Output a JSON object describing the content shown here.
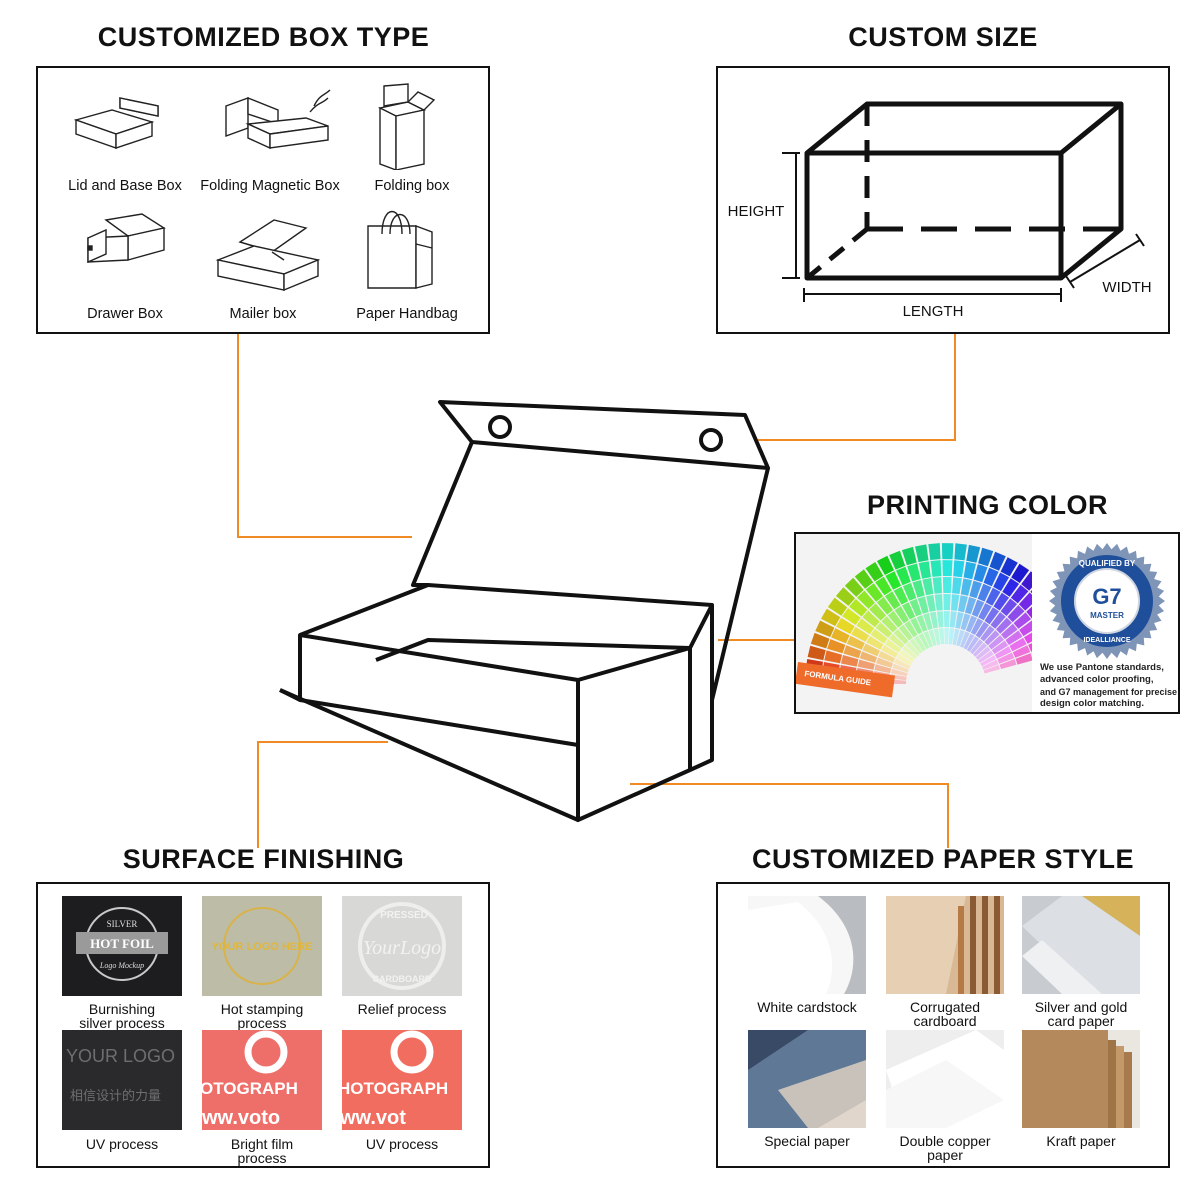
{
  "headings": {
    "box_type": "CUSTOMIZED BOX TYPE",
    "custom_size": "CUSTOM SIZE",
    "printing_color": "PRINTING COLOR",
    "surface_finishing": "SURFACE FINISHING",
    "paper_style": "CUSTOMIZED PAPER STYLE"
  },
  "box_types": [
    {
      "label": "Lid and Base Box",
      "icon": "lid-base-box-icon"
    },
    {
      "label": "Folding Magnetic Box",
      "icon": "folding-magnetic-box-icon"
    },
    {
      "label": "Folding box",
      "icon": "folding-box-icon"
    },
    {
      "label": "Drawer Box",
      "icon": "drawer-box-icon"
    },
    {
      "label": "Mailer box",
      "icon": "mailer-box-icon"
    },
    {
      "label": "Paper Handbag",
      "icon": "paper-handbag-icon"
    }
  ],
  "size_labels": {
    "height": "HEIGHT",
    "length": "LENGTH",
    "width": "WIDTH"
  },
  "printing": {
    "badge_top": "QUALIFIED BY",
    "badge_logo": "G7",
    "badge_level": "MASTER",
    "badge_bottom": "IDEALLIANCE",
    "guide_label": "FORMULA GUIDE",
    "description_lines": [
      "We use Pantone standards,",
      "advanced color proofing,",
      "and G7 management for precise",
      "design color matching."
    ]
  },
  "surface": [
    {
      "line1": "Burnishing",
      "line2": "silver process",
      "img_text": [
        "SILVER",
        "HOT FOIL",
        "Logo Mockup"
      ]
    },
    {
      "line1": "Hot stamping",
      "line2": "process",
      "img_text": [
        "YOUR LOGO HERE"
      ]
    },
    {
      "line1": "Relief process",
      "line2": "",
      "img_text": [
        "PRESSED",
        "YourLogo",
        "CARDBOARD"
      ]
    },
    {
      "line1": "UV process",
      "line2": "",
      "img_text": [
        "YOUR LOGO",
        "相信设计的力量"
      ]
    },
    {
      "line1": "Bright film",
      "line2": "process",
      "img_text": [
        "OTOGRAPH",
        "ww.voto"
      ]
    },
    {
      "line1": "UV process",
      "line2": "",
      "img_text": [
        "HOTOGRAPH",
        "ww.vot"
      ]
    }
  ],
  "papers": [
    {
      "line1": "White cardstock",
      "line2": ""
    },
    {
      "line1": "Corrugated",
      "line2": "cardboard"
    },
    {
      "line1": "Silver and gold",
      "line2": "card paper"
    },
    {
      "line1": "Special paper",
      "line2": ""
    },
    {
      "line1": "Double copper",
      "line2": "paper"
    },
    {
      "line1": "Kraft paper",
      "line2": ""
    }
  ],
  "colors": {
    "accent": "#f08a24",
    "line": "#111111"
  }
}
